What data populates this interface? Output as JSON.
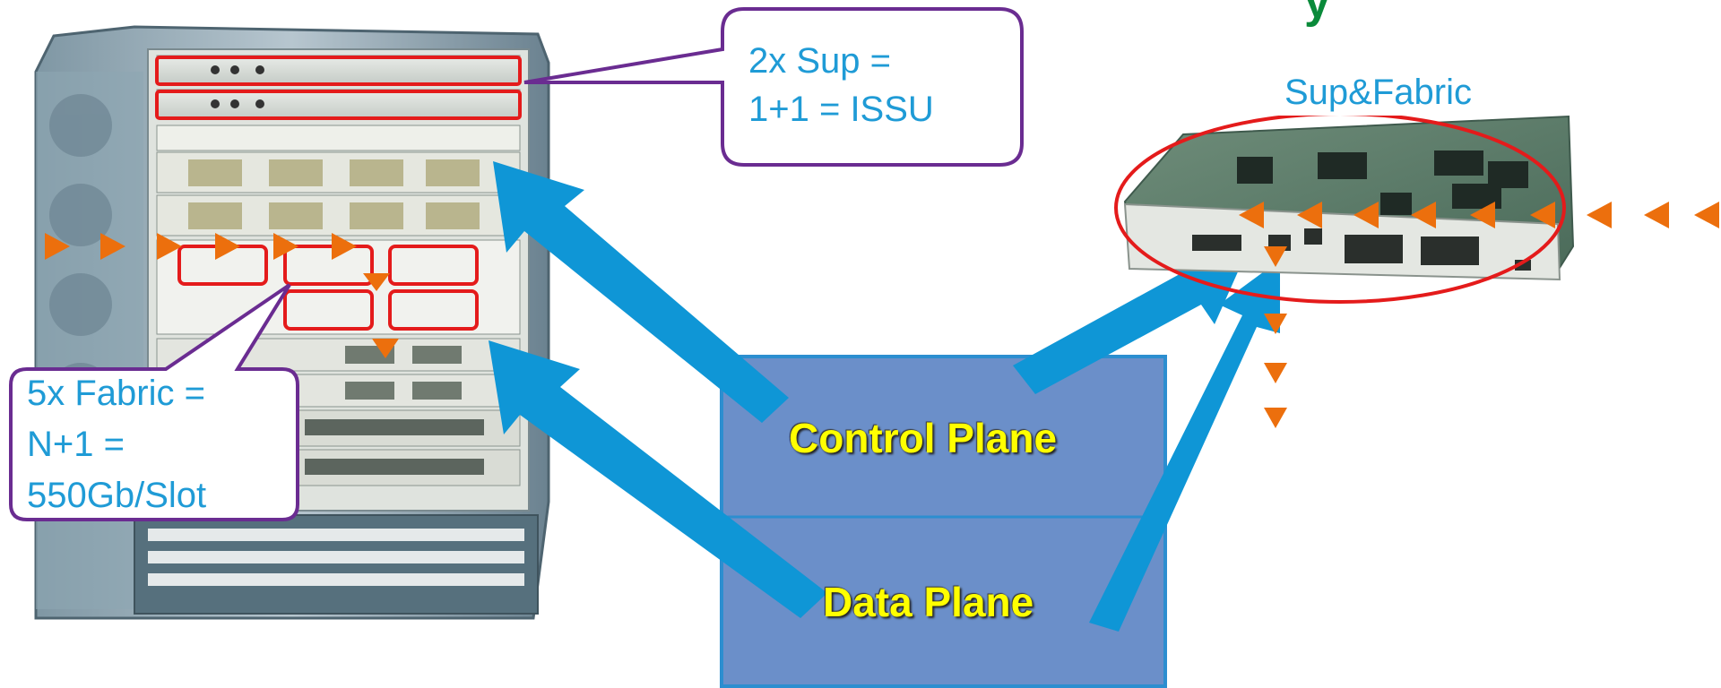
{
  "title_fragment": "y",
  "sup_callout": {
    "line1": "2x Sup =",
    "line2": "1+1 = ISSU"
  },
  "fabric_callout": {
    "line1": "5x Fabric =",
    "line2": "N+1 =",
    "line3": "550Gb/Slot"
  },
  "module_label": "Sup&Fabric",
  "control_plane_label": "Control Plane",
  "data_plane_label": "Data Plane",
  "colors": {
    "arrow_blue": "#0f96d6",
    "plane_box": "#6b8fc9",
    "callout_border": "#6a2c91",
    "highlight_red": "#e41b1b",
    "flow_orange": "#ec6f0d",
    "label_yellow": "#ffff00",
    "text_blue": "#1f9bd6"
  }
}
